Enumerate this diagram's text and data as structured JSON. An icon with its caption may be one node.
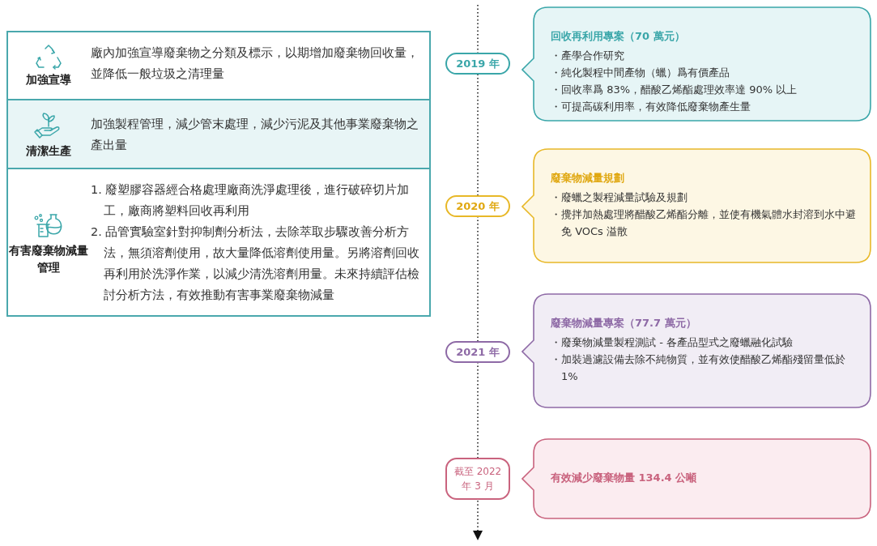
{
  "diagram": {
    "nodes": [
      {
        "text": [
          "加強宣導",
          "廠內加強宣導廢棄物之分類及標示，以期增加廢棄物回收量，並降低一般垃圾之清理量"
        ]
      },
      {
        "text": [
          "清潔生產",
          "加強製程管理，減少管末處理，減少污泥及其他事業廢棄物之產出量"
        ]
      },
      {
        "text": [
          "有害廢棄物減量管理",
          "1. 廢塑膠容器經合格處理廠商洗淨處理後，進行破碎切片加工，廠商將塑料回收再利用",
          "2. 品管實驗室針對抑制劑分析法，去除萃取步驟改善分析方法，無須溶劑使用，故大量降低溶劑使用量。另將溶劑回收再利用於洗淨作業，以減少清洗溶劑用量。未來持續評估檢討分析方法，有效推動有害事業廢棄物減量"
        ]
      },
      {
        "text": [
          "2019 年"
        ]
      },
      {
        "text": [
          "2020 年"
        ]
      },
      {
        "text": [
          "2021 年"
        ]
      },
      {
        "text": [
          "截至 2022 年 3 月"
        ]
      },
      {
        "text": [
          "回收再利用專案（70 萬元）",
          "・產學合作研究",
          "・純化製程中間產物（蠟）爲有價產品",
          "・回收率爲 83%，醋酸乙烯酯處理效率達 90% 以上",
          "・可提高碳利用率，有效降低廢棄物產生量"
        ]
      },
      {
        "text": [
          "廢棄物減量規劃",
          "・廢蠟之製程減量試驗及規劃",
          "・攪拌加熱處理將醋酸乙烯酯分離，並使有機氣體水封溶到水中避免 VOCs 溢散"
        ]
      },
      {
        "text": [
          "廢棄物減量專案（77.7 萬元）",
          "・廢棄物減量製程測試 - 各產品型式之廢蠟融化試驗",
          "・加裝過濾設備去除不純物質，並有效使醋酸乙烯酯殘留量低於 1%"
        ]
      },
      {
        "text": [
          "有效減少廢棄物量 134.4 公噸"
        ]
      }
    ]
  }
}
